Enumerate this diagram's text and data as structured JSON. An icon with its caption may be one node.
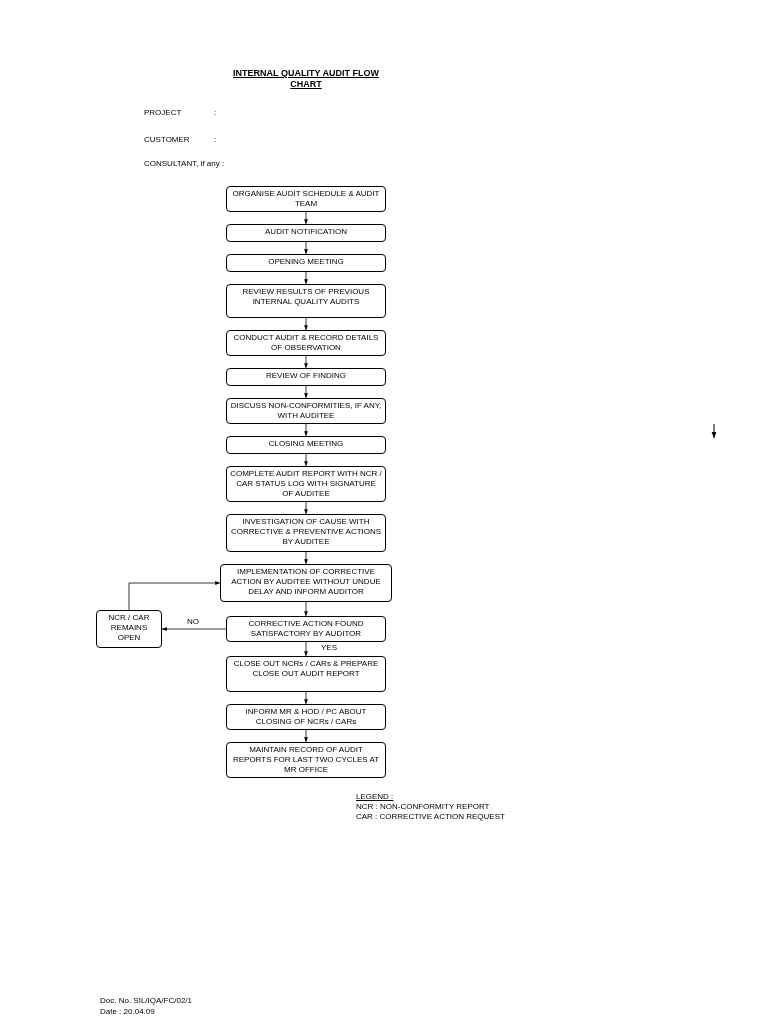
{
  "diagram": {
    "title": "INTERNAL QUALITY AUDIT FLOW CHART",
    "nodes": [
      {
        "text": [
          "ORGANISE AUDIT SCHEDULE & AUDIT TEAM"
        ]
      },
      {
        "text": [
          "AUDIT NOTIFICATION"
        ]
      },
      {
        "text": [
          "OPENING MEETING"
        ]
      },
      {
        "text": [
          "REVIEW RESULTS OF PREVIOUS INTERNAL QUALITY AUDITS"
        ]
      },
      {
        "text": [
          "CONDUCT AUDIT & RECORD DETAILS OF OBSERVATION"
        ]
      },
      {
        "text": [
          "REVIEW OF FINDING"
        ]
      },
      {
        "text": [
          "DISCUSS NON-CONFORMITIES, IF ANY, WITH AUDITEE"
        ]
      },
      {
        "text": [
          "CLOSING MEETING"
        ]
      },
      {
        "text": [
          "COMPLETE AUDIT REPORT WITH NCR / CAR STATUS LOG WITH SIGNATURE OF AUDITEE"
        ]
      },
      {
        "text": [
          "INVESTIGATION OF CAUSE WITH CORRECTIVE & PREVENTIVE ACTIONS BY AUDITEE"
        ]
      },
      {
        "text": [
          "IMPLEMENTATION OF CORRECTIVE ACTION BY AUDITEE WITHOUT UNDUE DELAY AND INFORM AUDITOR"
        ]
      },
      {
        "text": [
          "CORRECTIVE ACTION FOUND SATISFACTORY BY AUDITOR"
        ]
      },
      {
        "text": [
          "NCR / CAR REMAINS OPEN"
        ]
      },
      {
        "text": [
          "CLOSE OUT NCRs / CARs & PREPARE CLOSE OUT AUDIT REPORT"
        ]
      },
      {
        "text": [
          "INFORM MR & HOD / PC ABOUT CLOSING OF NCRs / CARs"
        ]
      },
      {
        "text": [
          "MAINTAIN RECORD OF AUDIT REPORTS FOR LAST TWO CYCLES AT MR OFFICE"
        ]
      }
    ],
    "edges": [
      {
        "from": 0,
        "to": 1,
        "arrow": "to"
      },
      {
        "from": 1,
        "to": 2,
        "arrow": "to"
      },
      {
        "from": 2,
        "to": 3,
        "arrow": "to"
      },
      {
        "from": 3,
        "to": 4,
        "arrow": "to"
      },
      {
        "from": 4,
        "to": 5,
        "arrow": "to"
      },
      {
        "from": 5,
        "to": 6,
        "arrow": "to"
      },
      {
        "from": 6,
        "to": 7,
        "arrow": "to"
      },
      {
        "from": 7,
        "to": 8,
        "arrow": "to"
      },
      {
        "from": 8,
        "to": 9,
        "arrow": "to"
      },
      {
        "from": 9,
        "to": 10,
        "arrow": "to"
      },
      {
        "from": 10,
        "to": 11,
        "arrow": "to"
      },
      {
        "from": 11,
        "to": 12,
        "arrow": "to",
        "label": "NO"
      },
      {
        "from": 12,
        "to": 10,
        "arrow": "to"
      },
      {
        "from": 11,
        "to": 13,
        "arrow": "to",
        "label": "YES"
      },
      {
        "from": 13,
        "to": 14,
        "arrow": "to"
      },
      {
        "from": 14,
        "to": 15,
        "arrow": "to"
      }
    ],
    "labels": [
      "PROJECT",
      ":",
      "CUSTOMER",
      ":",
      "CONSULTANT, if any :",
      "LEGEND :",
      "NCR : NON-CONFORMITY REPORT",
      "CAR : CORRECTIVE ACTION REQUEST",
      "Doc. No. SIL/IQA/FC/02/1",
      "Date : 20.04.09"
    ]
  }
}
